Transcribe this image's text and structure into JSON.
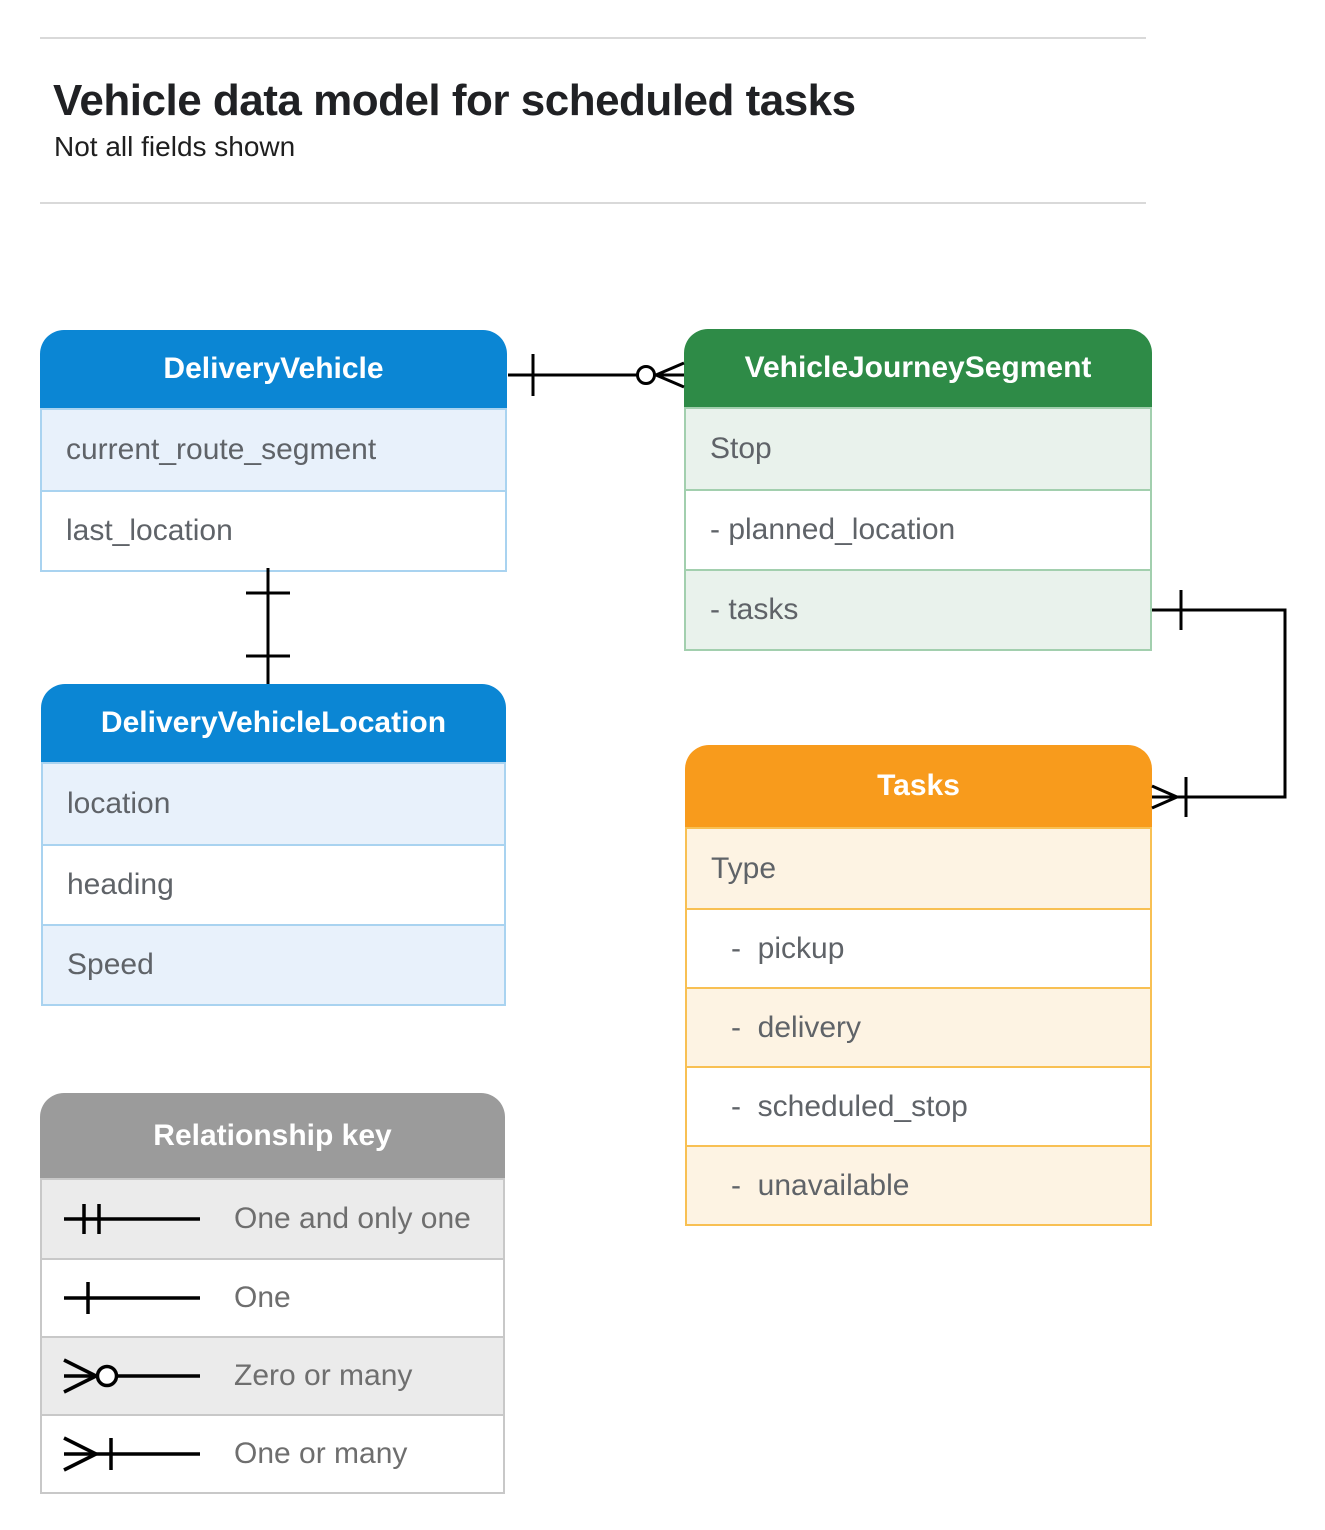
{
  "header": {
    "title": "Vehicle data model for scheduled tasks",
    "subtitle": "Not all fields shown"
  },
  "entities": {
    "delivery_vehicle": {
      "title": "DeliveryVehicle",
      "fields": [
        "current_route_segment",
        "last_location"
      ]
    },
    "vehicle_journey_segment": {
      "title": "VehicleJourneySegment",
      "fields": [
        "Stop",
        "- planned_location",
        "- tasks"
      ]
    },
    "delivery_vehicle_location": {
      "title": "DeliveryVehicleLocation",
      "fields": [
        "location",
        "heading",
        "Speed"
      ]
    },
    "tasks": {
      "title": "Tasks",
      "fields": [
        "Type",
        "-  pickup",
        "-  delivery",
        "-  scheduled_stop",
        "-  unavailable"
      ]
    }
  },
  "legend": {
    "title": "Relationship key",
    "items": [
      {
        "symbol": "one-and-only-one",
        "label": "One and only one"
      },
      {
        "symbol": "one",
        "label": "One"
      },
      {
        "symbol": "zero-or-many",
        "label": "Zero or many"
      },
      {
        "symbol": "one-or-many",
        "label": "One or many"
      }
    ]
  },
  "relationships": [
    {
      "from": "DeliveryVehicle",
      "to": "VehicleJourneySegment",
      "from_marker": "one",
      "to_marker": "zero-or-many"
    },
    {
      "from": "DeliveryVehicle",
      "to": "DeliveryVehicleLocation",
      "from_marker": "one",
      "to_marker": "one"
    },
    {
      "from": "VehicleJourneySegment.tasks",
      "to": "Tasks",
      "from_marker": "one",
      "to_marker": "one-or-many"
    }
  ],
  "theme": {
    "c_blue": "#0b86d4",
    "c_blue_light": "#e8f1fb",
    "c_blue_border": "#a9d3f0",
    "c_green": "#2e8b47",
    "c_green_light": "#e9f2ec",
    "c_green_border": "#a2cfae",
    "c_orange": "#f89b1c",
    "c_orange_light": "#fdf3e3",
    "c_orange_border": "#f8c053",
    "c_gray": "#9b9b9b",
    "c_gray_light": "#ebebeb",
    "c_gray_border": "#c8c8c8",
    "row_text": "#5f6368",
    "legend_text": "#6e6e6e",
    "rule": "#d9d9d9",
    "connector": "#000000"
  }
}
